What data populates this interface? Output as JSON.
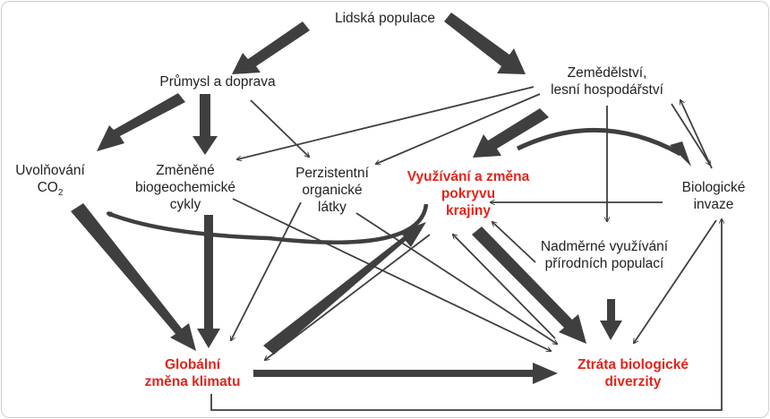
{
  "nodes": {
    "population": {
      "line1": "Lidská populace"
    },
    "industry": {
      "line1": "Průmysl a doprava"
    },
    "agriculture": {
      "line1": "Zemědělství,",
      "line2": "lesní hospodářství"
    },
    "co2": {
      "line1": "Uvolňování",
      "line2_main": "CO",
      "line2_sub": "2"
    },
    "cycles": {
      "line1": "Změněné",
      "line2": "biogeochemické",
      "line3": "cykly"
    },
    "pollutants": {
      "line1": "Perzistentní",
      "line2": "organické",
      "line3": "látky"
    },
    "landuse": {
      "line1": "Využívání a změna",
      "line2": "pokryvu",
      "line3": "krajiny"
    },
    "invasions": {
      "line1": "Biologické",
      "line2": "invaze"
    },
    "overexploit": {
      "line1": "Nadměrné využívání",
      "line2": "přírodních populací"
    },
    "climate": {
      "line1": "Globální",
      "line2": "změna klimatu"
    },
    "biodiversity": {
      "line1": "Ztráta biologické",
      "line2": "diverzity"
    }
  },
  "colors": {
    "arrow": "#3f3f3f",
    "highlight": "#e1251b",
    "text": "#222222"
  }
}
